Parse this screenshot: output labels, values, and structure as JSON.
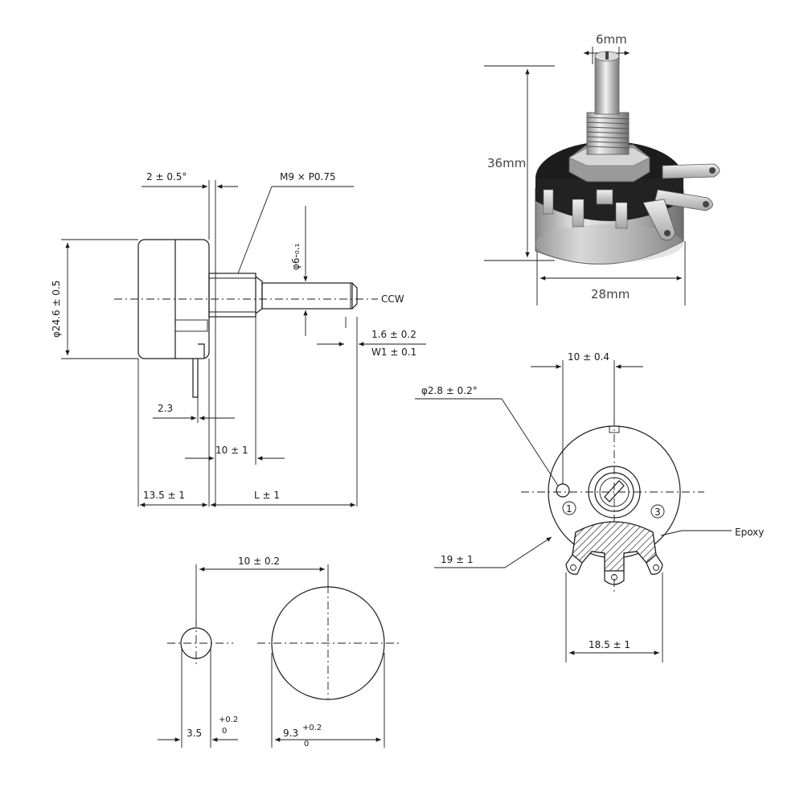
{
  "photo": {
    "shaft_width": "6mm",
    "height": "36mm",
    "body_width": "28mm"
  },
  "side_view": {
    "nut_gap": "2 ± 0.5°",
    "thread": "M9 × P0.75",
    "shaft_dia": "φ6-₀.₁",
    "body_dia": "φ24.6 ± 0.5",
    "rotation": "CCW",
    "slot_depth": "1.6 ± 0.2",
    "slot_width": "W1 ± 0.1",
    "terminal_offset": "2.3",
    "bushing_length": "10 ± 1",
    "body_depth": "13.5 ± 1",
    "shaft_length": "L ± 1"
  },
  "front_view": {
    "pin_spacing": "10 ± 0.4",
    "pin_hole": "φ2.8 ± 0.2°",
    "body_circle": "19 ± 1",
    "coating": "Epoxy",
    "terminal_span": "18.5 ± 1",
    "terminal_1": "1",
    "terminal_3": "3"
  },
  "shaft_section": {
    "knob_dia": "10 ± 0.2",
    "flat_width": "3.5",
    "flat_tol_upper": "+0.2",
    "flat_tol_lower": "0",
    "shaft_flat_main": "9.3",
    "shaft_flat_tol_upper": "+0.2",
    "shaft_flat_tol_lower": "0"
  },
  "colors": {
    "line": "#1a1a1a",
    "metal": "#c8c8c8",
    "body_dark": "#1c1c1c",
    "terminal": "#d9d9d9"
  }
}
